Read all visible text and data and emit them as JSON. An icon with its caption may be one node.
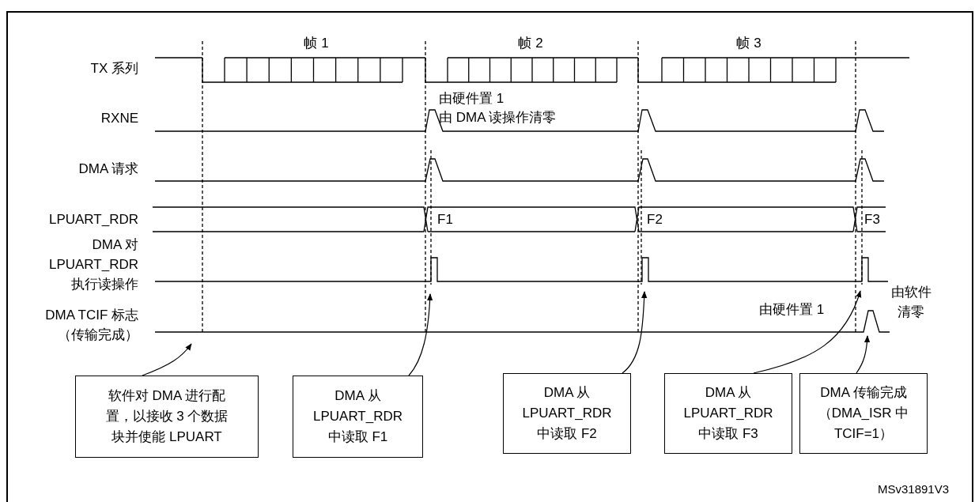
{
  "diagram": {
    "nodes": [
      {
        "text": [
          "软件对 DMA 进行配置，以接收 3 个数据块并使能 LPUART"
        ]
      },
      {
        "text": [
          "DMA 从 LPUART_RDR 中读取 F1"
        ]
      },
      {
        "text": [
          "DMA 从 LPUART_RDR 中读取 F2"
        ]
      },
      {
        "text": [
          "DMA 从 LPUART_RDR 中读取 F3"
        ]
      },
      {
        "text": [
          "DMA 传输完成（DMA_ISR 中 TCIF=1）"
        ]
      }
    ],
    "edges": [
      {
        "from": 0,
        "to": null,
        "arrow": "to"
      },
      {
        "from": 1,
        "to": null,
        "arrow": "to"
      },
      {
        "from": 2,
        "to": null,
        "arrow": "to"
      },
      {
        "from": 3,
        "to": null,
        "arrow": "to"
      },
      {
        "from": 4,
        "to": null,
        "arrow": "to"
      }
    ],
    "labels": [
      "帧 1",
      "帧 2",
      "帧 3",
      "TX 系列",
      "由硬件置 1",
      "RXNE",
      "由 DMA 读操作清零",
      "DMA 请求",
      "LPUART_RDR",
      "F1",
      "F2",
      "F3",
      "DMA 对 LPUART_RDR 执行读操作",
      "由软件清零",
      "DMA TCIF 标志（传输完成）",
      "由硬件置 1",
      "MSv31891V3"
    ]
  }
}
